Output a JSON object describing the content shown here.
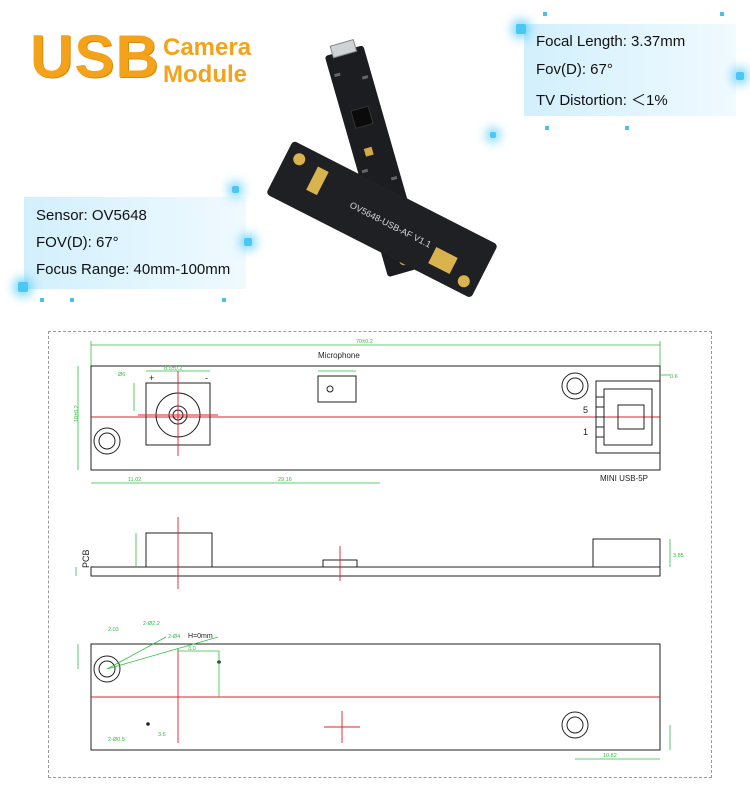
{
  "title": {
    "main": "USB",
    "line1": "Camera",
    "line2": "Module"
  },
  "spec_right": [
    "Focal Length: 3.37mm",
    "Fov(D): 67°",
    "TV Distortion: ＜1%"
  ],
  "spec_left": [
    "Sensor: OV5648",
    "FOV(D): 67°",
    "Focus Range: 40mm-100mm"
  ],
  "board_text": "OV5648-USB-AF V1.1",
  "drawing": {
    "microphone": "Microphone",
    "mini_usb": "MINI USB-5P",
    "pcb": "PCB",
    "plus": "+",
    "minus": "-",
    "pin5": "5",
    "pin1": "1",
    "h0": "H=0mm"
  },
  "colors": {
    "accent": "#f5a21b",
    "dim_green": "#2fbf3f",
    "center_red": "#e0202a",
    "panel_blue": "#cdeefc"
  }
}
